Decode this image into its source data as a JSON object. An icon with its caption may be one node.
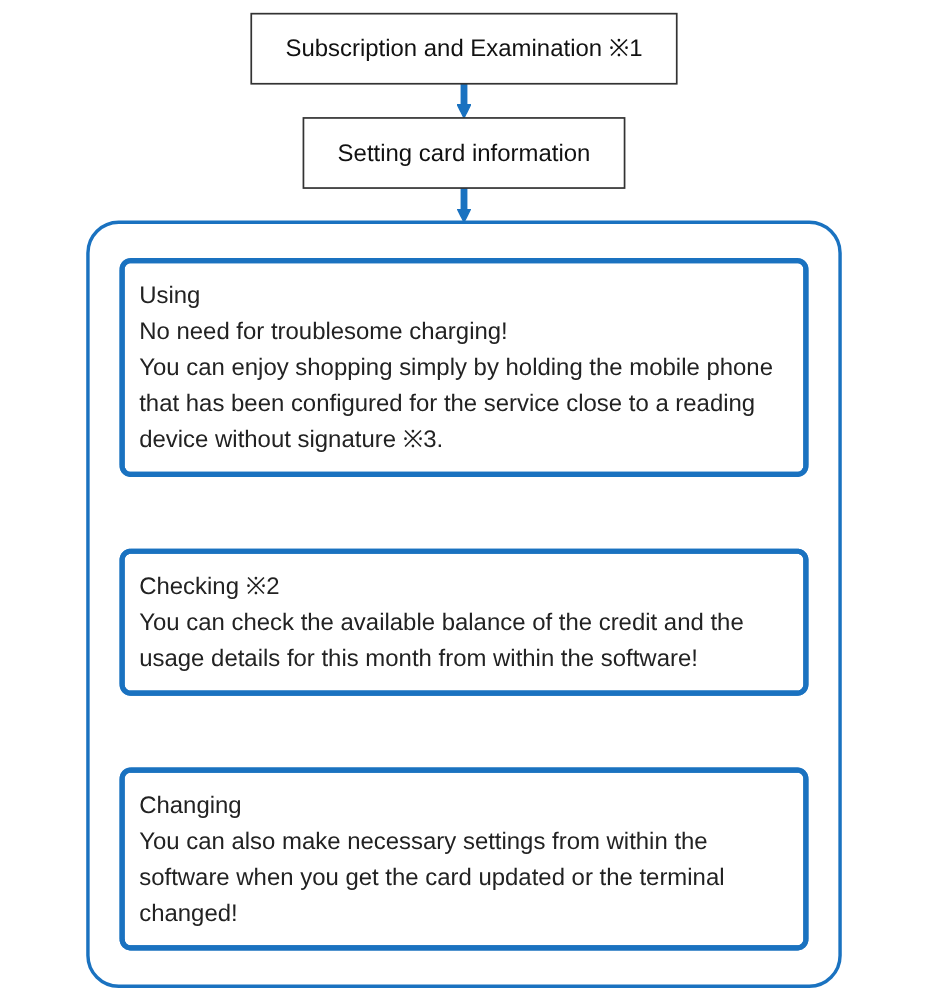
{
  "diagram": {
    "nodes": [
      {
        "text": [
          "Subscription and Examination ※1"
        ]
      },
      {
        "text": [
          "Setting card information"
        ]
      },
      {
        "text": [],
        "shape": "box"
      },
      {
        "text": [
          "Using",
          "No need for troublesome charging!",
          "You can enjoy shopping simply by holding the mobile phone that has been configured for the service close to a reading device without signature ※3."
        ],
        "in": 2
      },
      {
        "text": [
          "Checking ※2",
          "You can check the available balance of the credit and the usage details for this month from within the software!"
        ],
        "in": 2
      },
      {
        "text": [
          "Changing",
          "You can also make necessary settings from within the software when you get the card updated or the terminal changed!"
        ],
        "in": 2
      }
    ],
    "edges": [
      {
        "from": 0,
        "to": 1,
        "arrow": "to"
      },
      {
        "from": 1,
        "to": 2,
        "arrow": "to"
      }
    ]
  }
}
